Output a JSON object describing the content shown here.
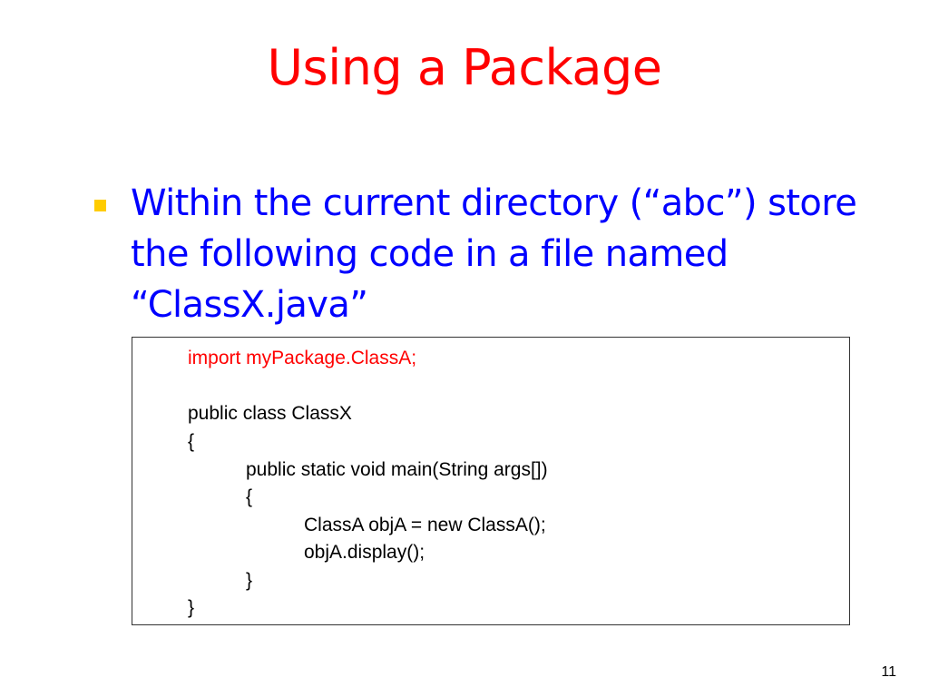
{
  "slide": {
    "title": "Using a Package",
    "bullet": {
      "line1": "Within the current directory (“abc”) store",
      "line2": "the following code in a file named",
      "line3": "“ClassX.java”"
    },
    "code": {
      "line1": "import myPackage.ClassA;",
      "line2": "public class ClassX",
      "line3": "{",
      "line4": "public static void main(String args[])",
      "line5": "{",
      "line6": "ClassA objA = new ClassA();",
      "line7": "objA.display();",
      "line8": "}",
      "line9": "}"
    },
    "page_number": "11"
  },
  "colors": {
    "title": "#ff0000",
    "bullet_text": "#0000ff",
    "bullet_marker": "#ffcc00",
    "code_import": "#ff0000",
    "code_text": "#000000"
  }
}
